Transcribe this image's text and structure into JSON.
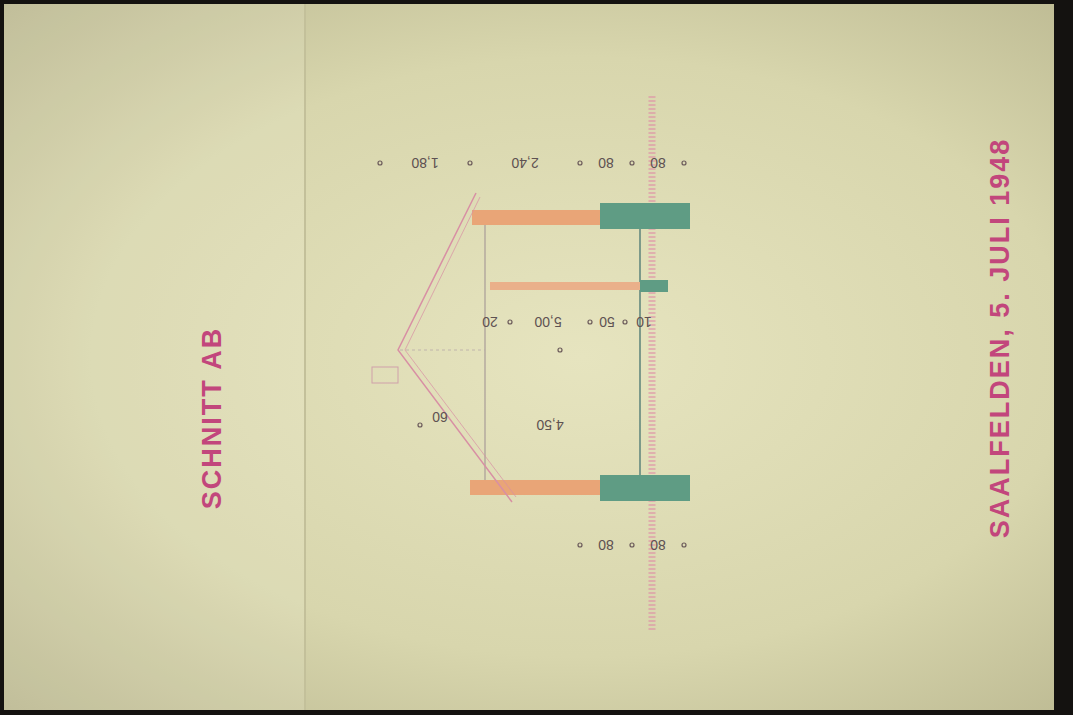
{
  "diagram": {
    "title": "SCHNITT AB",
    "caption": "SAALFELDEN, 5. JULI 1948",
    "labels": [
      "80",
      "80",
      "80",
      "80",
      "2,40",
      "1,80",
      "50",
      "10",
      "5,00",
      "20",
      "4,50",
      "60"
    ]
  }
}
